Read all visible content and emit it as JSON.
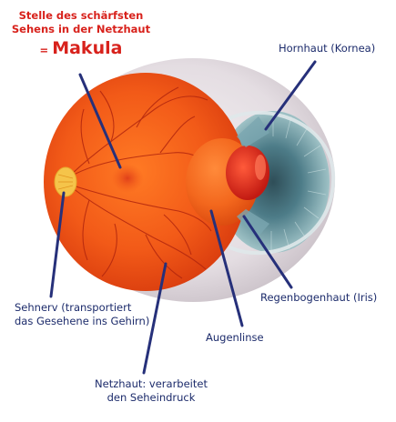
{
  "annotations": {
    "macula": {
      "line1": "Stelle des schärfsten",
      "line2": "Sehens in der Netzhaut",
      "prefix": "=",
      "term": "Makula"
    },
    "cornea": {
      "text": "Hornhaut (Kornea)"
    },
    "optic_nerve": {
      "line1": "Sehnerv (transportiert",
      "line2": "das Gesehene ins Gehirn)"
    },
    "iris": {
      "text": "Regenbogenhaut (Iris)"
    },
    "lens": {
      "text": "Augenlinse"
    },
    "retina": {
      "line1": "Netzhaut: verarbeitet",
      "line2": "den Seheindruck"
    }
  },
  "colors": {
    "annotation_text": "#1c2b6b",
    "pointer_line": "#26307a",
    "highlight_text": "#d8221c",
    "retina": "#f25a18",
    "iris": "#4d7c88",
    "sclera": "#e6e1e4"
  }
}
